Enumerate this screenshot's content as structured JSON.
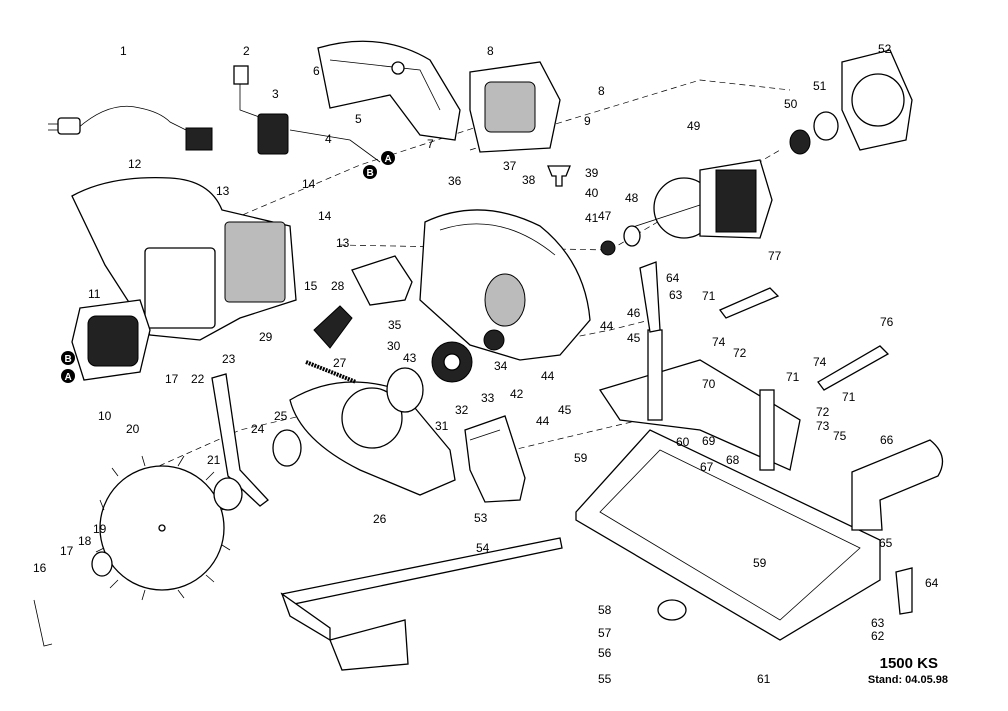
{
  "title_block": {
    "model": "1500 KS",
    "stand": "Stand: 04.05.98"
  },
  "markers": [
    "A",
    "B"
  ],
  "part_numbers": [
    "1",
    "2",
    "3",
    "4",
    "5",
    "6",
    "7",
    "8",
    "8",
    "9",
    "10",
    "11",
    "12",
    "13",
    "13",
    "14",
    "14",
    "15",
    "16",
    "17",
    "17",
    "18",
    "19",
    "20",
    "21",
    "22",
    "23",
    "24",
    "25",
    "26",
    "27",
    "28",
    "29",
    "30",
    "31",
    "32",
    "33",
    "34",
    "35",
    "36",
    "37",
    "38",
    "39",
    "40",
    "41",
    "42",
    "43",
    "44",
    "44",
    "44",
    "45",
    "45",
    "46",
    "47",
    "48",
    "49",
    "50",
    "51",
    "52",
    "53",
    "54",
    "55",
    "56",
    "57",
    "58",
    "59",
    "59",
    "60",
    "61",
    "62",
    "63",
    "63",
    "64",
    "64",
    "65",
    "66",
    "67",
    "68",
    "69",
    "70",
    "71",
    "71",
    "71",
    "72",
    "72",
    "73",
    "74",
    "74",
    "75",
    "76",
    "77"
  ]
}
